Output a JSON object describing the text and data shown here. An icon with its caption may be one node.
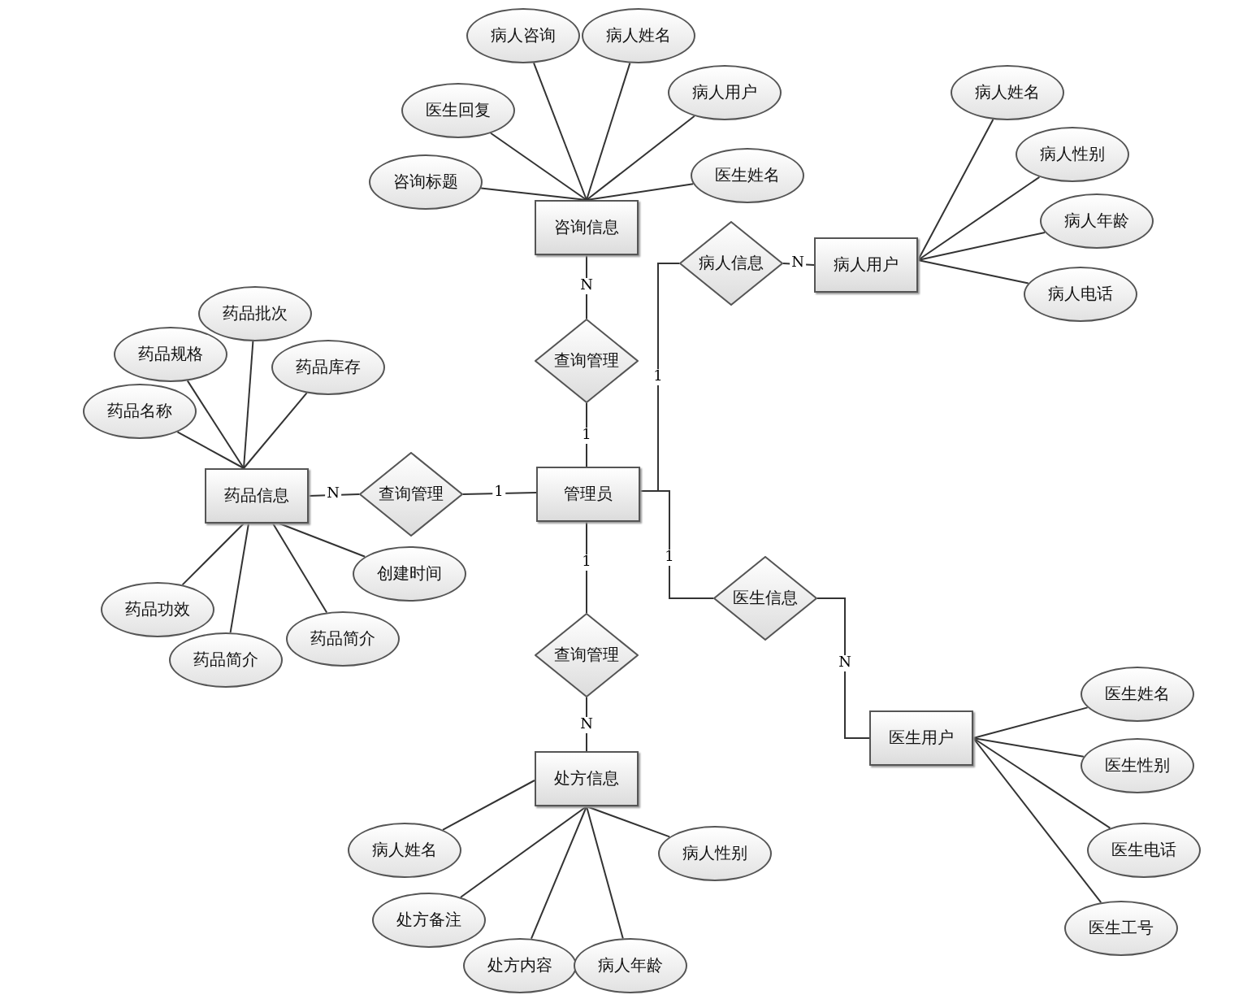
{
  "diagram": {
    "nodes": [
      {
        "text": [
          "咨询信息"
        ]
      },
      {
        "text": [
          "病人咨询"
        ]
      },
      {
        "text": [
          "病人姓名"
        ]
      },
      {
        "text": [
          "医生回复"
        ]
      },
      {
        "text": [
          "病人用户"
        ]
      },
      {
        "text": [
          "咨询标题"
        ]
      },
      {
        "text": [
          "医生姓名"
        ]
      },
      {
        "text": [
          "查询管理"
        ]
      },
      {
        "text": [
          "病人信息"
        ]
      },
      {
        "text": [
          "病人用户"
        ]
      },
      {
        "text": [
          "病人姓名"
        ]
      },
      {
        "text": [
          "病人性别"
        ]
      },
      {
        "text": [
          "病人年龄"
        ]
      },
      {
        "text": [
          "病人电话"
        ]
      },
      {
        "text": [
          "药品批次"
        ]
      },
      {
        "text": [
          "药品规格"
        ]
      },
      {
        "text": [
          "药品库存"
        ]
      },
      {
        "text": [
          "药品名称"
        ]
      },
      {
        "text": [
          "药品信息"
        ]
      },
      {
        "text": [
          "查询管理"
        ]
      },
      {
        "text": [
          "管理员"
        ]
      },
      {
        "text": [
          "创建时间"
        ]
      },
      {
        "text": [
          "药品功效"
        ]
      },
      {
        "text": [
          "药品简介"
        ]
      },
      {
        "text": [
          "药品简介"
        ]
      },
      {
        "text": [
          "医生信息"
        ]
      },
      {
        "text": [
          "查询管理"
        ]
      },
      {
        "text": [
          "医生用户"
        ]
      },
      {
        "text": [
          "医生姓名"
        ]
      },
      {
        "text": [
          "医生性别"
        ]
      },
      {
        "text": [
          "医生电话"
        ]
      },
      {
        "text": [
          "医生工号"
        ]
      },
      {
        "text": [
          "处方信息"
        ]
      },
      {
        "text": [
          "病人姓名"
        ]
      },
      {
        "text": [
          "病人性别"
        ]
      },
      {
        "text": [
          "处方备注"
        ]
      },
      {
        "text": [
          "处方内容"
        ]
      },
      {
        "text": [
          "病人年龄"
        ]
      }
    ],
    "edges": [
      {
        "from": 0,
        "to": 1,
        "arrow": "none"
      },
      {
        "from": 0,
        "to": 2,
        "arrow": "none"
      },
      {
        "from": 0,
        "to": 3,
        "arrow": "none"
      },
      {
        "from": 0,
        "to": 4,
        "arrow": "none"
      },
      {
        "from": 0,
        "to": 5,
        "arrow": "none"
      },
      {
        "from": 0,
        "to": 6,
        "arrow": "none"
      },
      {
        "from": 9,
        "to": 10,
        "arrow": "none"
      },
      {
        "from": 9,
        "to": 11,
        "arrow": "none"
      },
      {
        "from": 9,
        "to": 12,
        "arrow": "none"
      },
      {
        "from": 9,
        "to": 13,
        "arrow": "none"
      },
      {
        "from": 18,
        "to": 14,
        "arrow": "none"
      },
      {
        "from": 18,
        "to": 15,
        "arrow": "none"
      },
      {
        "from": 18,
        "to": 16,
        "arrow": "none"
      },
      {
        "from": 18,
        "to": 17,
        "arrow": "none"
      },
      {
        "from": 18,
        "to": 21,
        "arrow": "none"
      },
      {
        "from": 18,
        "to": 22,
        "arrow": "none"
      },
      {
        "from": 18,
        "to": 23,
        "arrow": "none"
      },
      {
        "from": 18,
        "to": 24,
        "arrow": "none"
      },
      {
        "from": 27,
        "to": 28,
        "arrow": "none"
      },
      {
        "from": 27,
        "to": 29,
        "arrow": "none"
      },
      {
        "from": 27,
        "to": 30,
        "arrow": "none"
      },
      {
        "from": 27,
        "to": 31,
        "arrow": "none"
      },
      {
        "from": 32,
        "to": 33,
        "arrow": "none"
      },
      {
        "from": 32,
        "to": 34,
        "arrow": "none"
      },
      {
        "from": 32,
        "to": 35,
        "arrow": "none"
      },
      {
        "from": 32,
        "to": 36,
        "arrow": "none"
      },
      {
        "from": 32,
        "to": 37,
        "arrow": "none"
      },
      {
        "from": 0,
        "to": 7,
        "arrow": "none",
        "label": "N"
      },
      {
        "from": 7,
        "to": 20,
        "arrow": "none",
        "label": "1"
      },
      {
        "from": 18,
        "to": 19,
        "arrow": "none",
        "label": "N"
      },
      {
        "from": 19,
        "to": 20,
        "arrow": "none",
        "label": "1"
      },
      {
        "from": 20,
        "to": 8,
        "arrow": "none",
        "label": "1"
      },
      {
        "from": 8,
        "to": 9,
        "arrow": "none",
        "label": "N"
      },
      {
        "from": 20,
        "to": 25,
        "arrow": "none",
        "label": "1"
      },
      {
        "from": 25,
        "to": 27,
        "arrow": "none",
        "label": "N"
      },
      {
        "from": 20,
        "to": 26,
        "arrow": "none",
        "label": "1"
      },
      {
        "from": 26,
        "to": 32,
        "arrow": "none",
        "label": "N"
      }
    ]
  }
}
